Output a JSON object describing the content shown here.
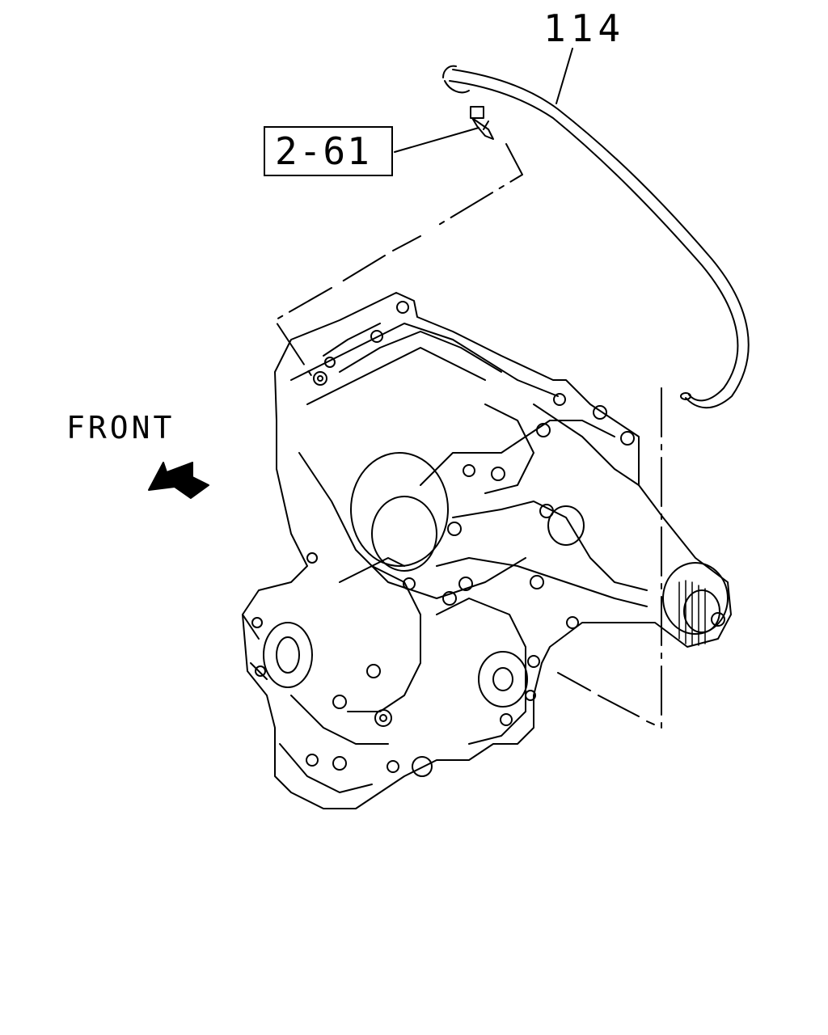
{
  "callouts": {
    "part_number": "114",
    "reference": "2-61"
  },
  "direction": {
    "label": "FRONT"
  }
}
